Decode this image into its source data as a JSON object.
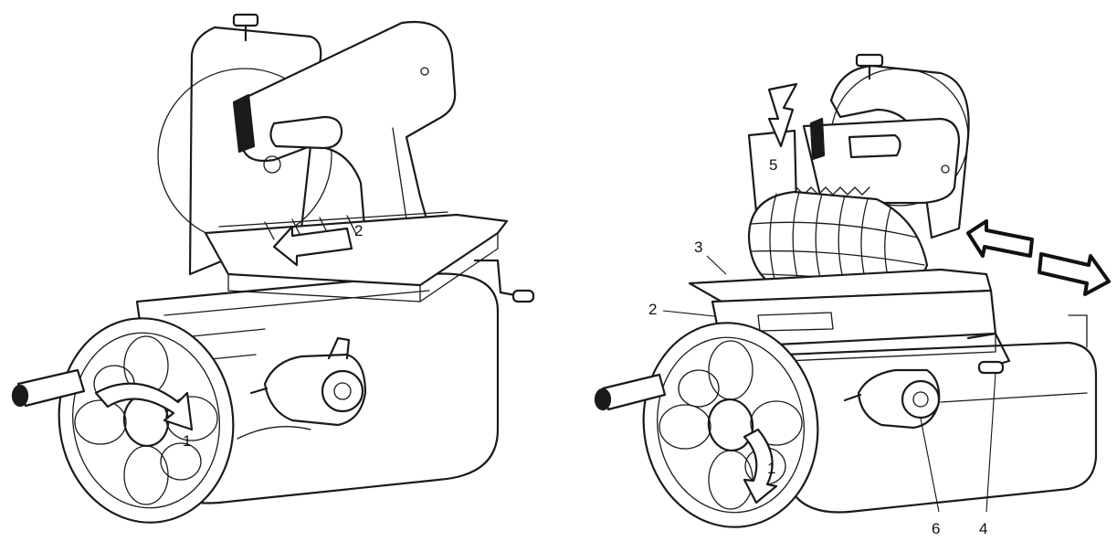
{
  "figures": [
    {
      "id": "left",
      "icons": [
        "handwheel-icon",
        "slide-arrow-icon",
        "rotation-arrow-icon"
      ],
      "callouts": [
        {
          "id": "c1",
          "label": "1"
        },
        {
          "id": "c2",
          "label": "2"
        }
      ]
    },
    {
      "id": "right",
      "icons": [
        "handwheel-icon",
        "push-arrow-icon",
        "back-and-forth-arrows-icon",
        "sausage-icon"
      ],
      "callouts": [
        {
          "id": "c1",
          "label": "1"
        },
        {
          "id": "c2",
          "label": "2"
        },
        {
          "id": "c3",
          "label": "3"
        },
        {
          "id": "c4",
          "label": "4"
        },
        {
          "id": "c5",
          "label": "5"
        },
        {
          "id": "c6",
          "label": "6"
        }
      ]
    }
  ]
}
